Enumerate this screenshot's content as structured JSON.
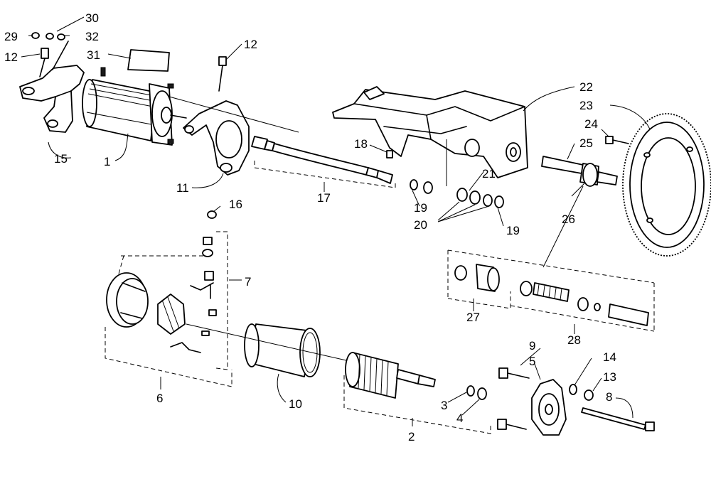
{
  "callouts": {
    "c1": "1",
    "c2": "2",
    "c3": "3",
    "c4": "4",
    "c5": "5",
    "c6": "6",
    "c7": "7",
    "c8": "8",
    "c9": "9",
    "c10": "10",
    "c11": "11",
    "c12a": "12",
    "c12b": "12",
    "c13": "13",
    "c14": "14",
    "c15": "15",
    "c16": "16",
    "c17": "17",
    "c18": "18",
    "c19a": "19",
    "c19b": "19",
    "c20": "20",
    "c21": "21",
    "c22": "22",
    "c23": "23",
    "c24": "24",
    "c25": "25",
    "c26": "26",
    "c27": "27",
    "c28": "28",
    "c29": "29",
    "c30": "30",
    "c31": "31",
    "c32": "32"
  }
}
